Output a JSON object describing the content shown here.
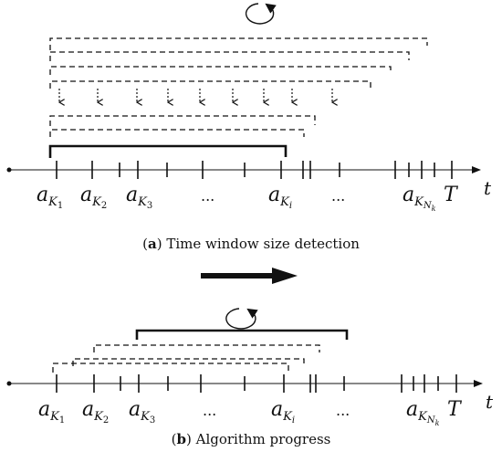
{
  "panel_a": {
    "caption_letter": "a",
    "caption_text": "Time window size detection",
    "labels": {
      "a1": {
        "base": "a",
        "sub": "K",
        "subsub": "1"
      },
      "a2": {
        "base": "a",
        "sub": "K",
        "subsub": "2"
      },
      "a3": {
        "base": "a",
        "sub": "K",
        "subsub": "3"
      },
      "ellipsis_1": "...",
      "ai": {
        "base": "a",
        "sub": "K",
        "subsub": "i"
      },
      "ellipsis_2": "...",
      "an": {
        "base": "a",
        "sub": "K",
        "subsub": "N",
        "subsubsub": "k"
      },
      "T": "T",
      "t": "t"
    }
  },
  "panel_b": {
    "caption_letter": "b",
    "caption_text": "Algorithm progress",
    "labels": {
      "a1": {
        "base": "a",
        "sub": "K",
        "subsub": "1"
      },
      "a2": {
        "base": "a",
        "sub": "K",
        "subsub": "2"
      },
      "a3": {
        "base": "a",
        "sub": "K",
        "subsub": "3"
      },
      "ellipsis_1": "...",
      "ai": {
        "base": "a",
        "sub": "K",
        "subsub": "i"
      },
      "ellipsis_2": "...",
      "an": {
        "base": "a",
        "sub": "K",
        "subsub": "N",
        "subsubsub": "k"
      },
      "T": "T",
      "t": "t"
    }
  },
  "icons": [
    "cycle-icon",
    "progress-arrow-icon"
  ]
}
